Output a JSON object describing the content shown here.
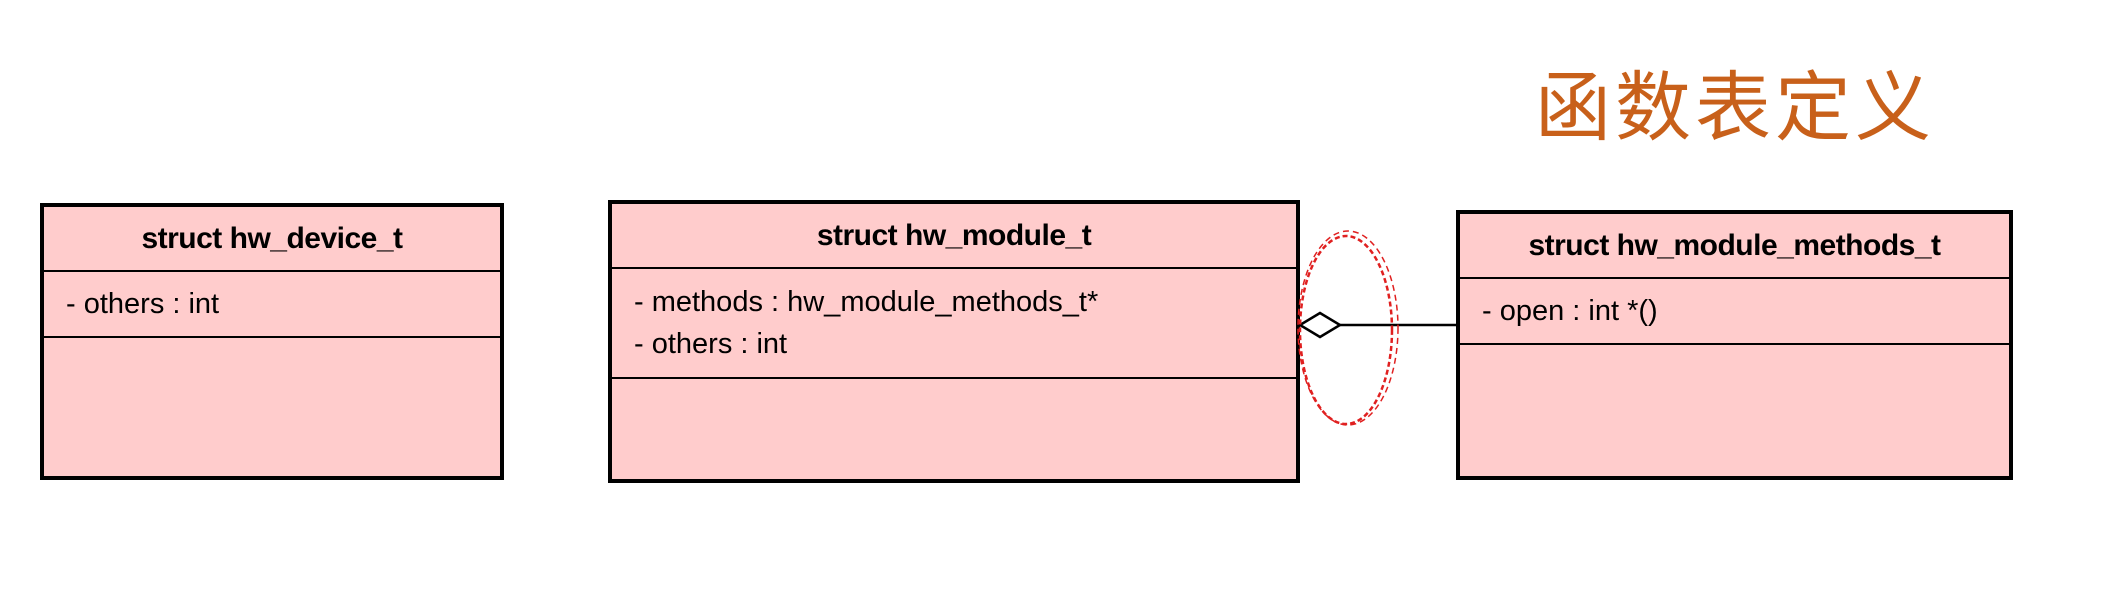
{
  "caption": "函数表定义",
  "classes": [
    {
      "name": "struct hw_device_t",
      "attributes": [
        "- others : int"
      ]
    },
    {
      "name": "struct hw_module_t",
      "attributes": [
        "- methods : hw_module_methods_t*",
        "- others : int"
      ]
    },
    {
      "name": "struct hw_module_methods_t",
      "attributes": [
        "- open : int *()"
      ]
    }
  ],
  "relationship": {
    "type": "aggregation",
    "from": "struct hw_module_t",
    "to": "struct hw_module_methods_t"
  },
  "colors": {
    "class_fill": "#ffcccc",
    "caption": "#c8601a",
    "highlight": "#e02020"
  }
}
